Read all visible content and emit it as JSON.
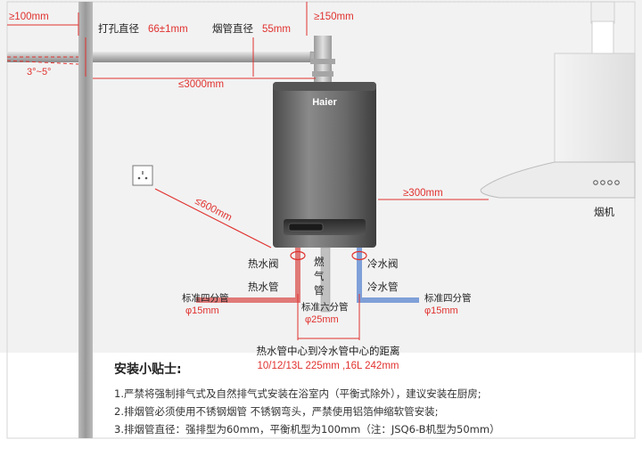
{
  "labels": {
    "wall_gap": "≥100mm",
    "hole_diameter_label": "打孔直径",
    "hole_diameter_value": "66±1mm",
    "flue_diameter_label": "烟管直径",
    "flue_diameter_value": "55mm",
    "top_gap": "≥150mm",
    "slope": "3°~5°",
    "flue_length": "≤3000mm",
    "brand": "Haier",
    "socket_distance": "≤600mm",
    "hood_distance": "≥300mm",
    "hood_label": "烟机",
    "hot_valve": "热水阀",
    "hot_pipe": "热水管",
    "gas_pipe_chars": [
      "燃",
      "气",
      "管"
    ],
    "cold_valve": "冷水阀",
    "cold_pipe": "冷水管",
    "hot_spec": "标准四分管",
    "hot_spec_dia": "φ15mm",
    "cold_spec": "标准四分管",
    "cold_spec_dia": "φ15mm",
    "gas_spec": "标准六分管",
    "gas_spec_dia": "φ25mm",
    "center_distance_title": "热水管中心到冷水管中心的距离",
    "center_distance_value": "10/12/13L 225mm ,16L 242mm"
  },
  "tips": {
    "title": "安装小贴士:",
    "items": [
      "1.严禁将强制排气式及自然排气式安装在浴室内（平衡式除外），建议安装在厨房;",
      "2.排烟管必须使用不锈钢烟管 不锈钢弯头，严禁使用铝箔伸缩软管安装;",
      "3.排烟管直径：强排型为60mm，平衡机型为100mm（注：JSQ6-B机型为50mm）"
    ]
  },
  "colors": {
    "annotation_red": "#e0322f",
    "hot_pipe": "#e07a78",
    "cold_pipe": "#7fa0d8",
    "wall": "#9a9a9a",
    "heater_body": "#6a6a6a"
  }
}
